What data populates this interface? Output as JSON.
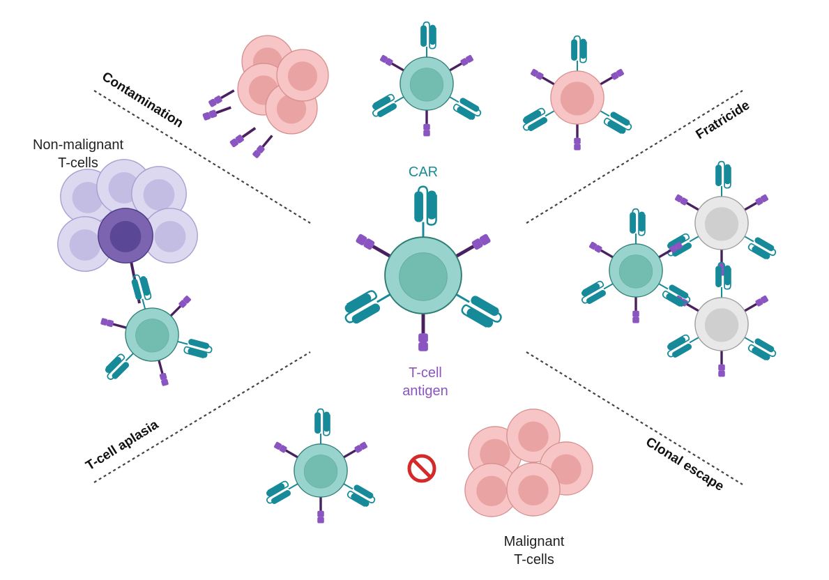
{
  "sections": {
    "contamination": "Contamination",
    "fratricide": "Fratricide",
    "aplasia": "T-cell aplasia",
    "escape": "Clonal escape"
  },
  "labels": {
    "non_malignant_1": "Non-malignant",
    "non_malignant_2": "T-cells",
    "car": "CAR",
    "antigen_1": "T-cell",
    "antigen_2": "antigen",
    "malignant_1": "Malignant",
    "malignant_2": "T-cells"
  },
  "colors": {
    "car_t_cell": "#98d4cd",
    "car": "#168a98",
    "antigen": "#8a55c0",
    "malignant_cell": "#f7c5c5",
    "non_malignant_cell": "#dcd8f0",
    "target_cell": "#e6e6e6",
    "prohibition": "#d42a2a"
  },
  "icons": {
    "no_binding": "prohibition-icon"
  }
}
